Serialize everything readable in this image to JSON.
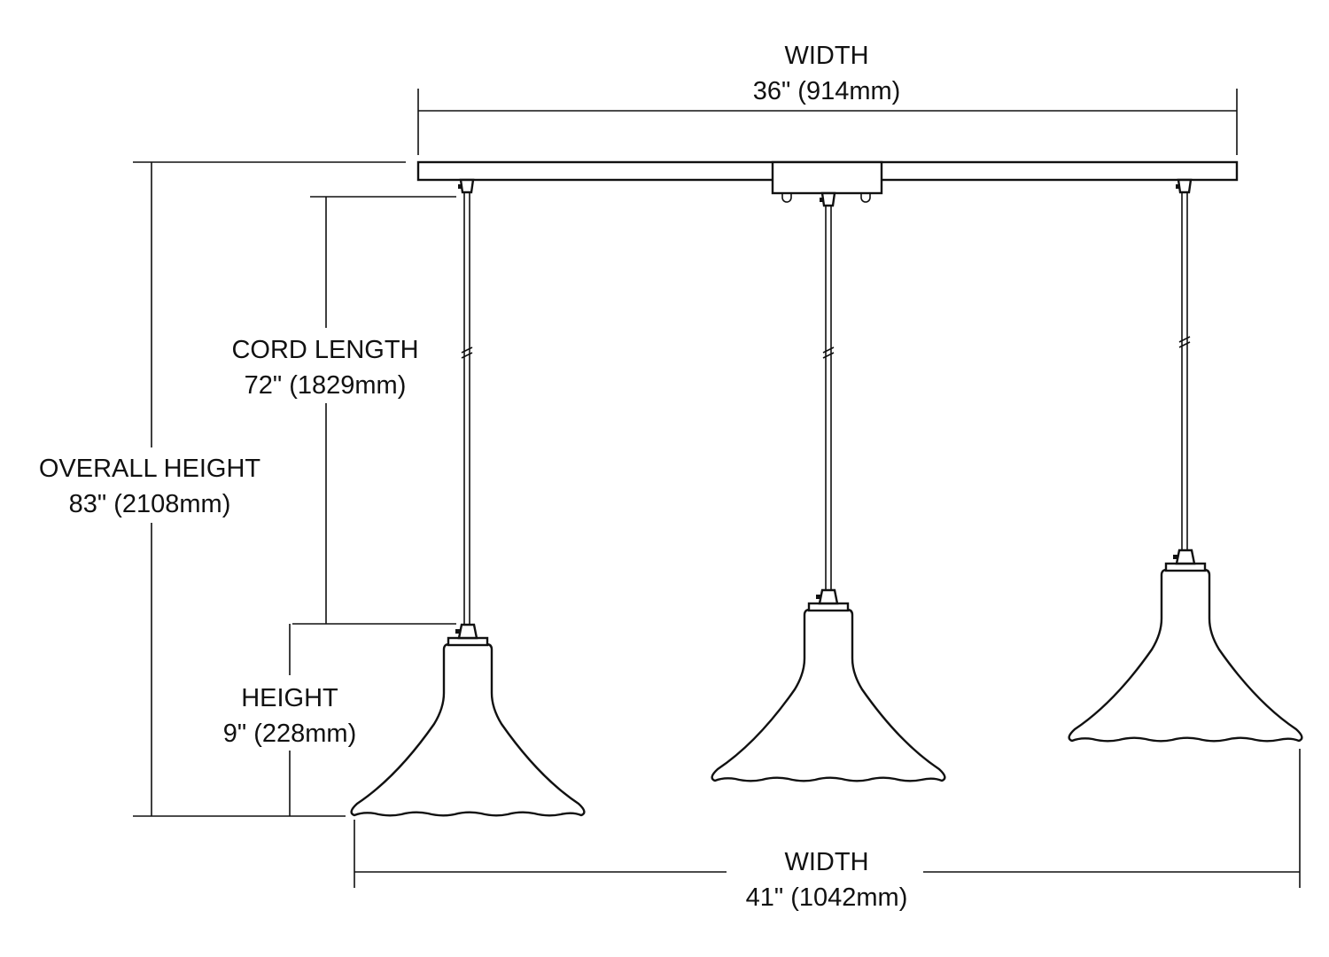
{
  "top_width": {
    "label": "WIDTH",
    "value": "36\" (914mm)"
  },
  "overall_height": {
    "label": "OVERALL HEIGHT",
    "value": "83\" (2108mm)"
  },
  "cord_length": {
    "label": "CORD LENGTH",
    "value": "72\" (1829mm)"
  },
  "height": {
    "label": "HEIGHT",
    "value": "9\" (228mm)"
  },
  "bottom_width": {
    "label": "WIDTH",
    "value": "41\" (1042mm)"
  },
  "colors": {
    "line": "#111111",
    "background": "#ffffff"
  }
}
